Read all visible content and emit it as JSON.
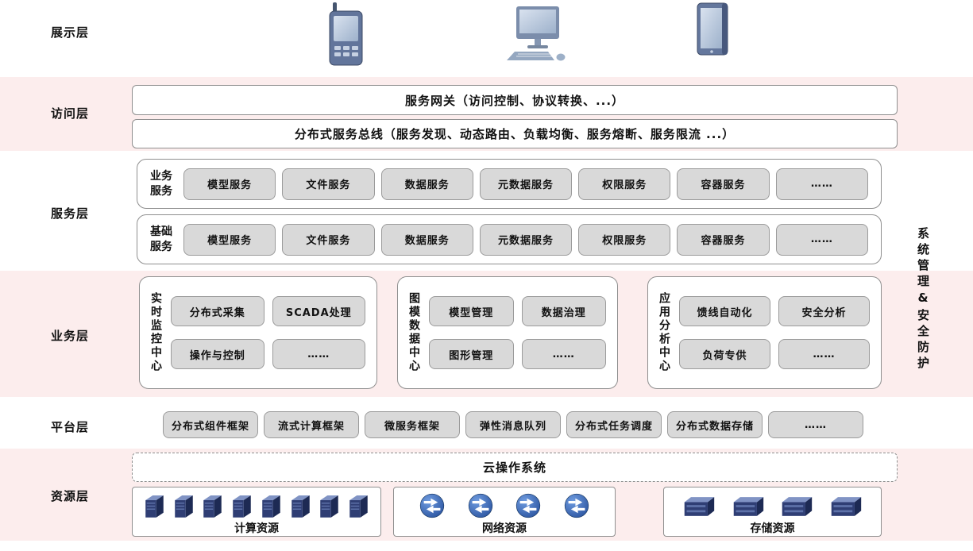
{
  "layers": {
    "presentation": {
      "label": "展示层",
      "devices": [
        "handheld-terminal-icon",
        "desktop-computer-icon",
        "tablet-icon"
      ]
    },
    "access": {
      "label": "访问层",
      "gateway": "服务网关（访问控制、协议转换、...）",
      "bus": "分布式服务总线（服务发现、动态路由、负载均衡、服务熔断、服务限流 ...）"
    },
    "service": {
      "label": "服务层",
      "groups": [
        {
          "name": "业务服务",
          "items": [
            "模型服务",
            "文件服务",
            "数据服务",
            "元数据服务",
            "权限服务",
            "容器服务",
            "……"
          ]
        },
        {
          "name": "基础服务",
          "items": [
            "模型服务",
            "文件服务",
            "数据服务",
            "元数据服务",
            "权限服务",
            "容器服务",
            "……"
          ]
        }
      ]
    },
    "business": {
      "label": "业务层",
      "centers": [
        {
          "name": "实时监控中心",
          "items": [
            "分布式采集",
            "SCADA处理",
            "操作与控制",
            "……"
          ]
        },
        {
          "name": "图模数据中心",
          "items": [
            "模型管理",
            "数据治理",
            "图形管理",
            "……"
          ]
        },
        {
          "name": "应用分析中心",
          "items": [
            "馈线自动化",
            "安全分析",
            "负荷专供",
            "……"
          ]
        }
      ]
    },
    "platform": {
      "label": "平台层",
      "items": [
        "分布式组件框架",
        "流式计算框架",
        "微服务框架",
        "弹性消息队列",
        "分布式任务调度",
        "分布式数据存储",
        "……"
      ]
    },
    "resource": {
      "label": "资源层",
      "cloud_os": "云操作系统",
      "groups": [
        {
          "name": "计算资源",
          "icon": "server-icon",
          "icon_count": 8
        },
        {
          "name": "网络资源",
          "icon": "router-icon",
          "icon_count": 4
        },
        {
          "name": "存储资源",
          "icon": "storage-icon",
          "icon_count": 4
        }
      ]
    }
  },
  "sidebar": {
    "label": "系统管理&安全防护"
  },
  "colors": {
    "band_pink": "#fceded",
    "button_gray": "#d9d9d9",
    "container_border": "#8f8f8f",
    "icon_navy": "#2f3e74",
    "icon_blue": "#27509c",
    "icon_steel": "#64779d"
  }
}
